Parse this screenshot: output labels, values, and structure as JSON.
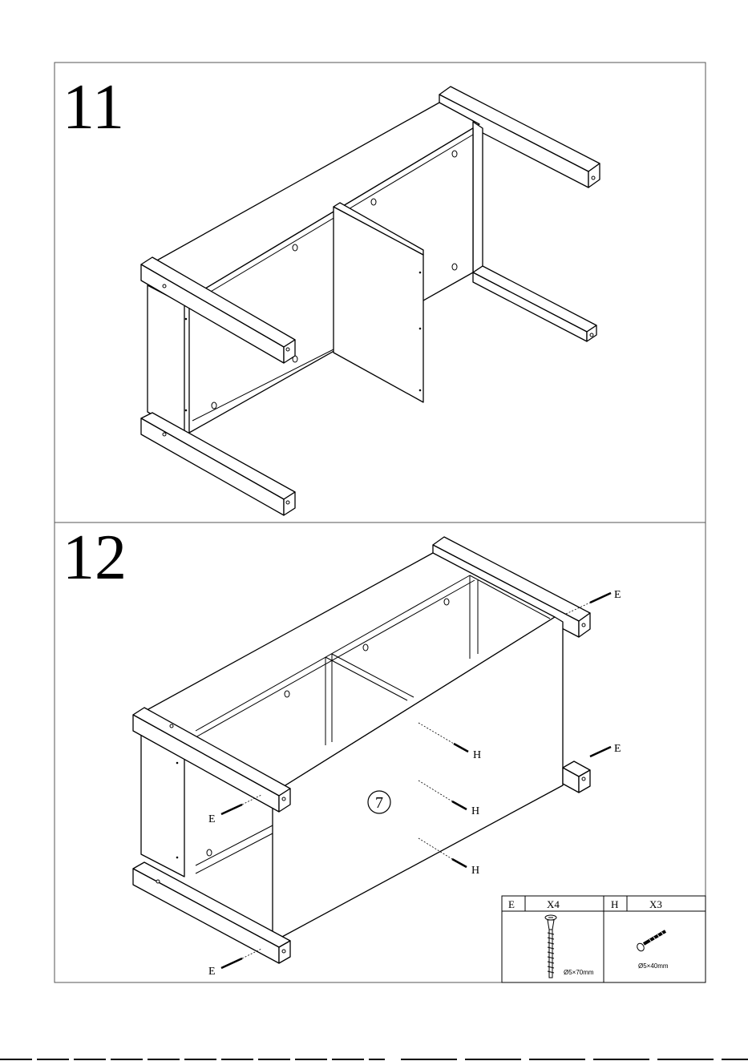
{
  "steps": [
    {
      "number": "11"
    },
    {
      "number": "12"
    }
  ],
  "part_number": "7",
  "screw_labels": {
    "e": "E",
    "h": "H"
  },
  "hardware_table": {
    "e": {
      "letter": "E",
      "qty": "X4",
      "size": "Ø5×70mm"
    },
    "h": {
      "letter": "H",
      "qty": "X3",
      "size": "Ø5×40mm"
    }
  }
}
